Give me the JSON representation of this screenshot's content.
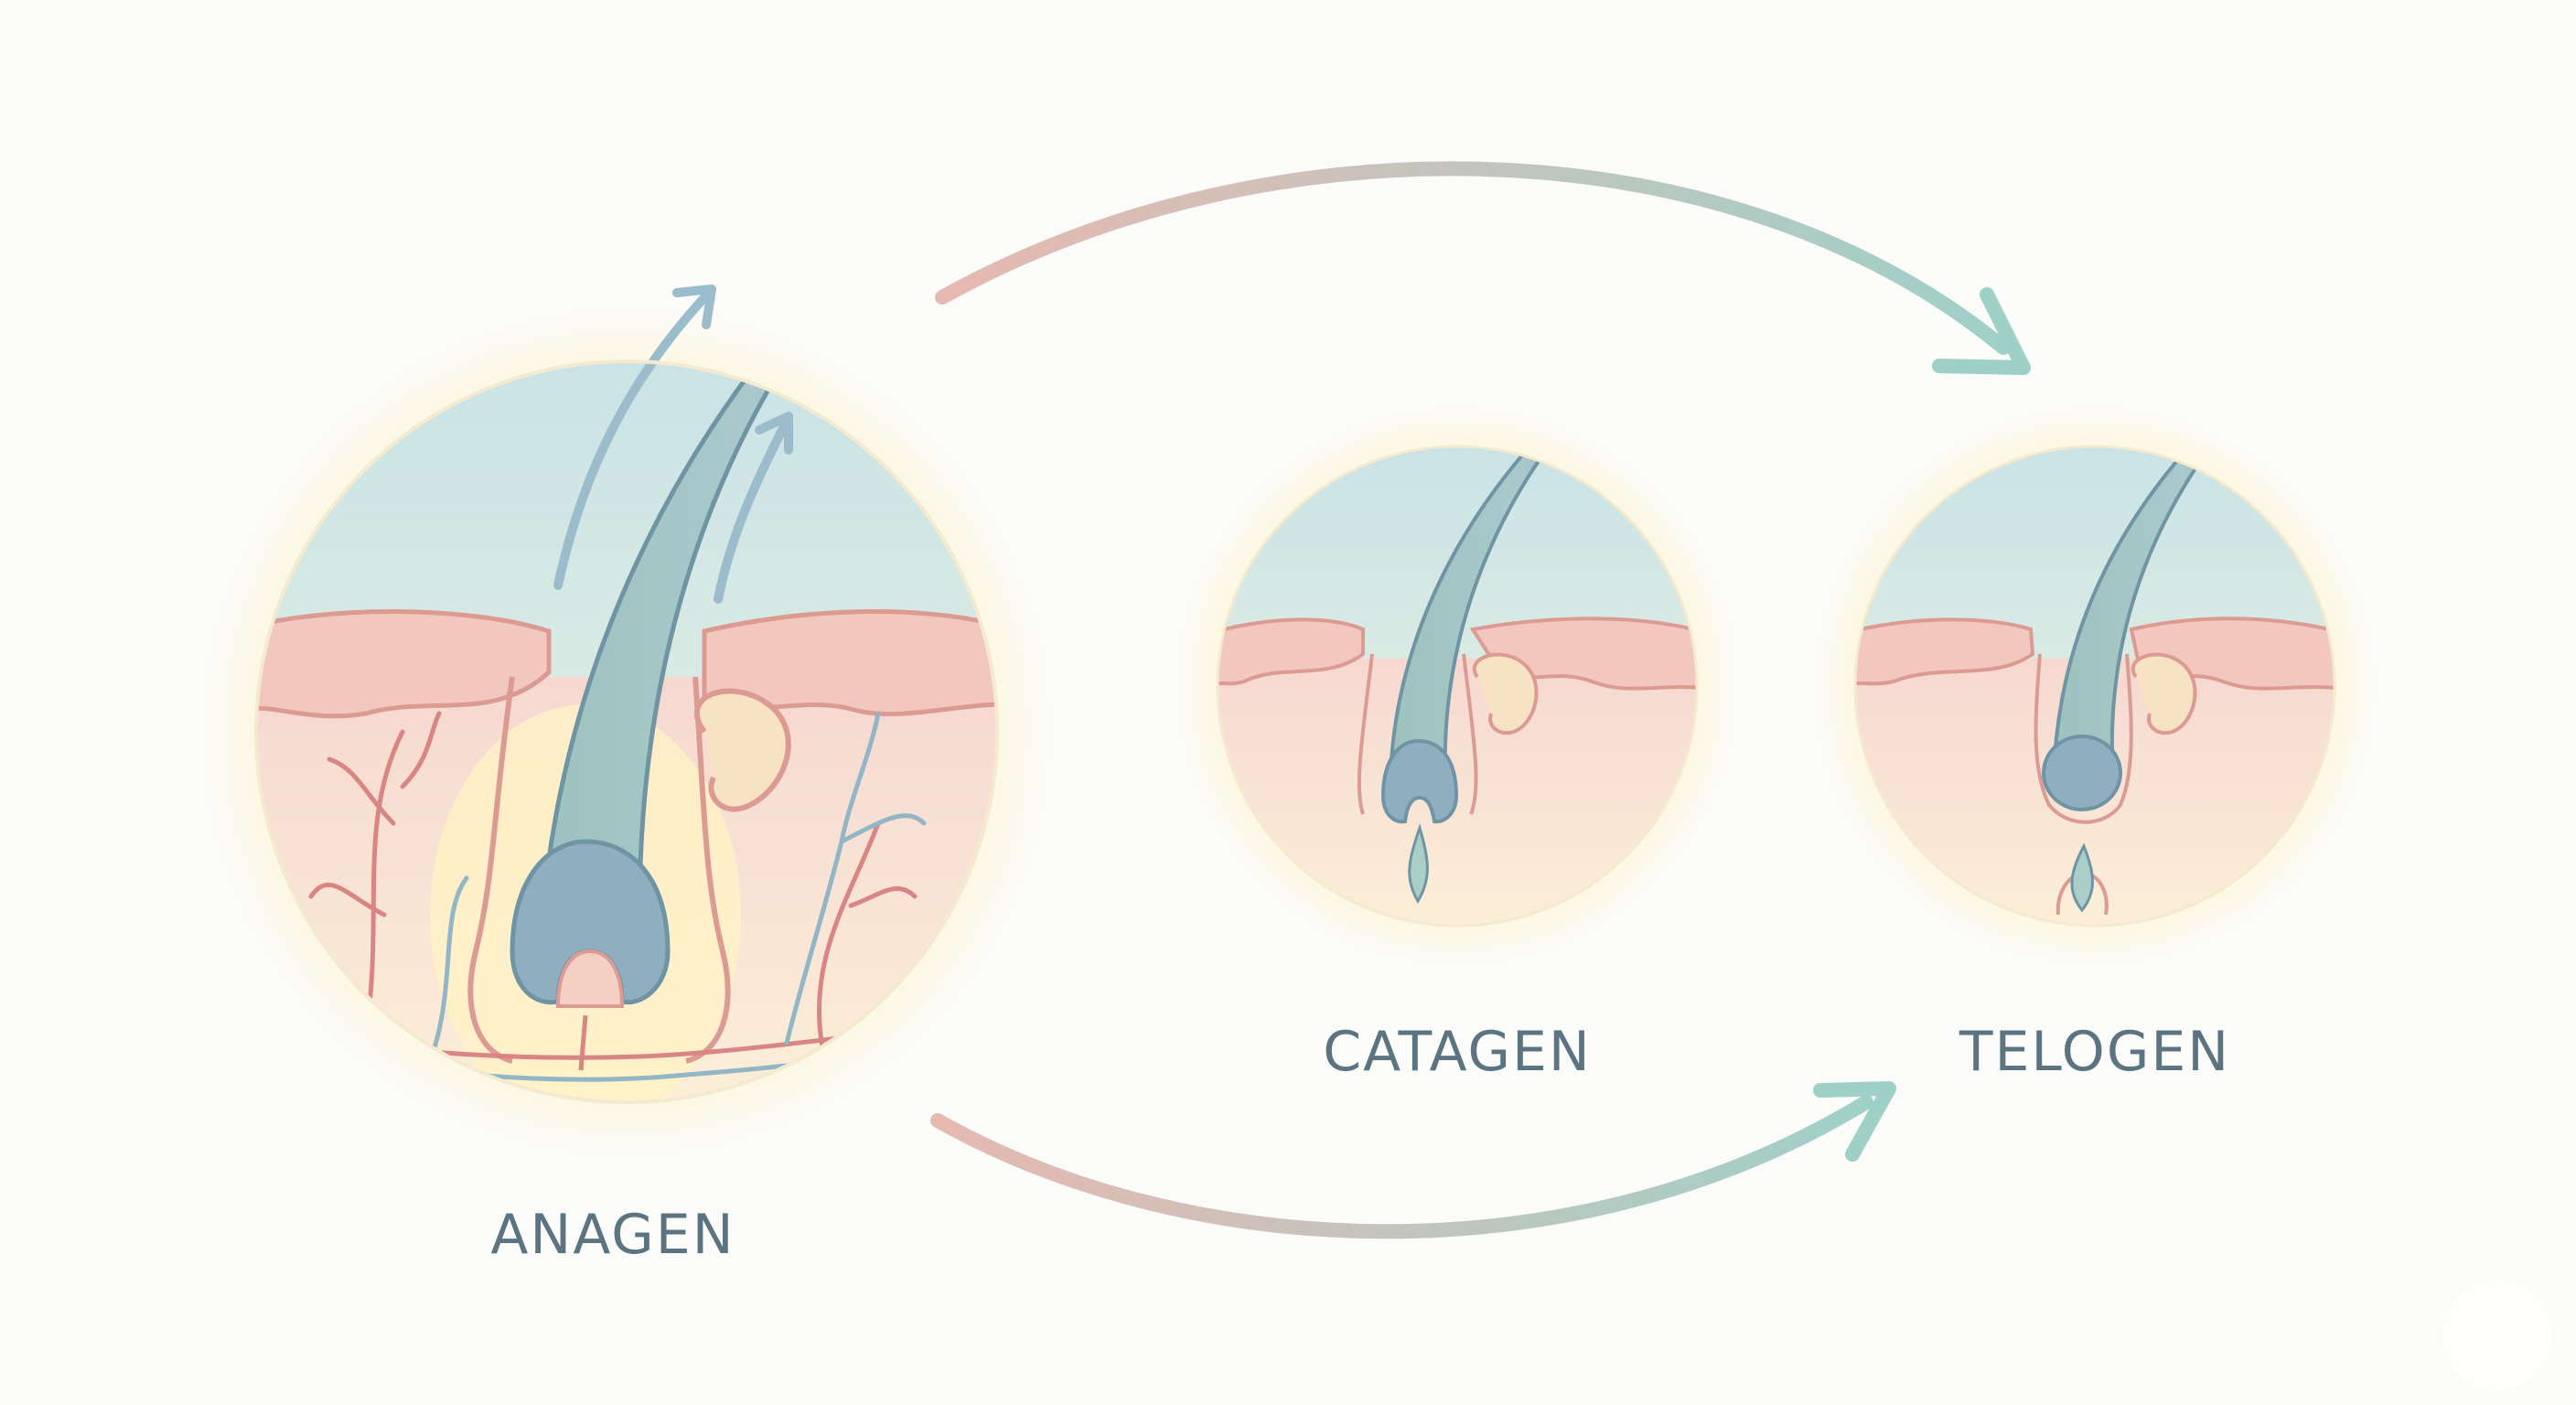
{
  "diagram": {
    "stages": [
      {
        "id": "anagen",
        "label": "ANAGEN"
      },
      {
        "id": "catagen",
        "label": "CATAGEN"
      },
      {
        "id": "telogen",
        "label": "TELOGEN"
      }
    ]
  },
  "colors": {
    "background": "#fbfbf9",
    "sky_top": "#cfe6e8",
    "sky_bottom": "#eef2de",
    "skin": "#f2c7bd",
    "skin_edge": "#dc9b92",
    "dermis_top": "#f8e0da",
    "dermis_bottom": "#fbeed8",
    "hair": "#8fb4bd",
    "hair_edge": "#6f94a3",
    "glow": "#fff4c8",
    "vessel_red": "#d88583",
    "vessel_blue": "#93b6c6",
    "arrow_start": "#e4b7b0",
    "arrow_end": "#9fd0c8",
    "label_text": "#5b7482"
  }
}
